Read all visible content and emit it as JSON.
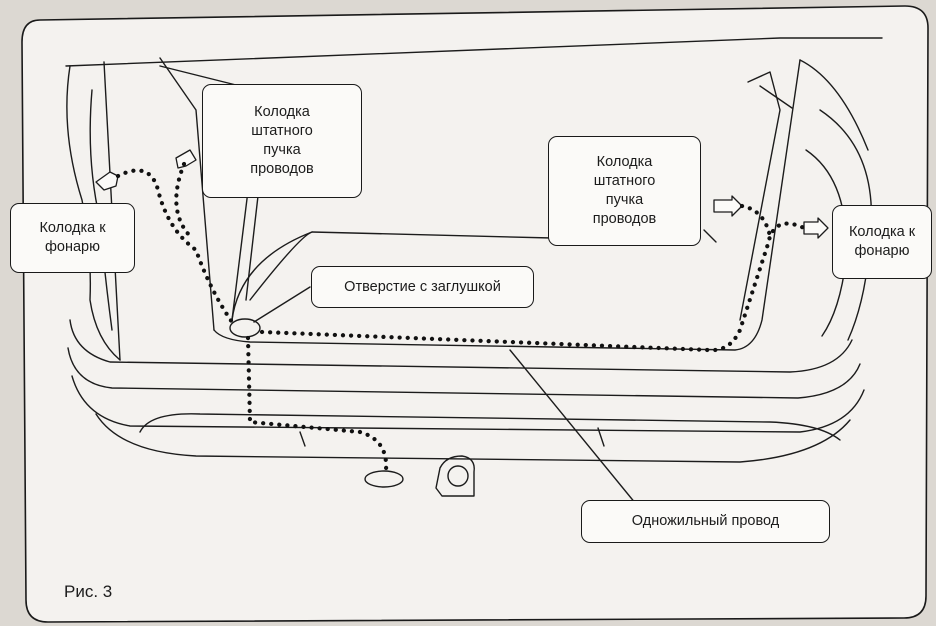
{
  "colors": {
    "background": "#dcd8d2",
    "paper": "#f4f2ef",
    "line": "#1a1a1a",
    "callout_fill": "#fbfaf8"
  },
  "callouts": {
    "lamp_connector_left": "Колодка к\nфонарю",
    "harness_connector_left": "Колодка\nштатного\nпучка\nпроводов",
    "harness_connector_right": "Колодка\nштатного\nпучка\nпроводов",
    "lamp_connector_right": "Колодка к\nфонарю",
    "plugged_hole": "Отверстие с заглушкой",
    "single_core_wire": "Одножильный провод"
  },
  "figure_label": "Рис. 3"
}
